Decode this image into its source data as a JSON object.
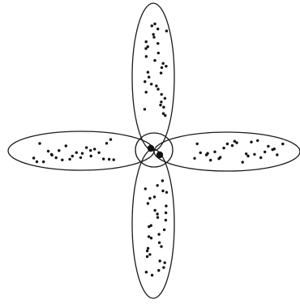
{
  "diagram": {
    "colors": {
      "stroke": "#1a1a1a",
      "dot": "#111111",
      "background": "#ffffff"
    },
    "center": {
      "dot_count": 2
    },
    "petals": [
      {
        "name": "top",
        "dot_count": 32
      },
      {
        "name": "bottom",
        "dot_count": 32
      },
      {
        "name": "left",
        "dot_count": 26
      },
      {
        "name": "right",
        "dot_count": 27
      }
    ]
  }
}
